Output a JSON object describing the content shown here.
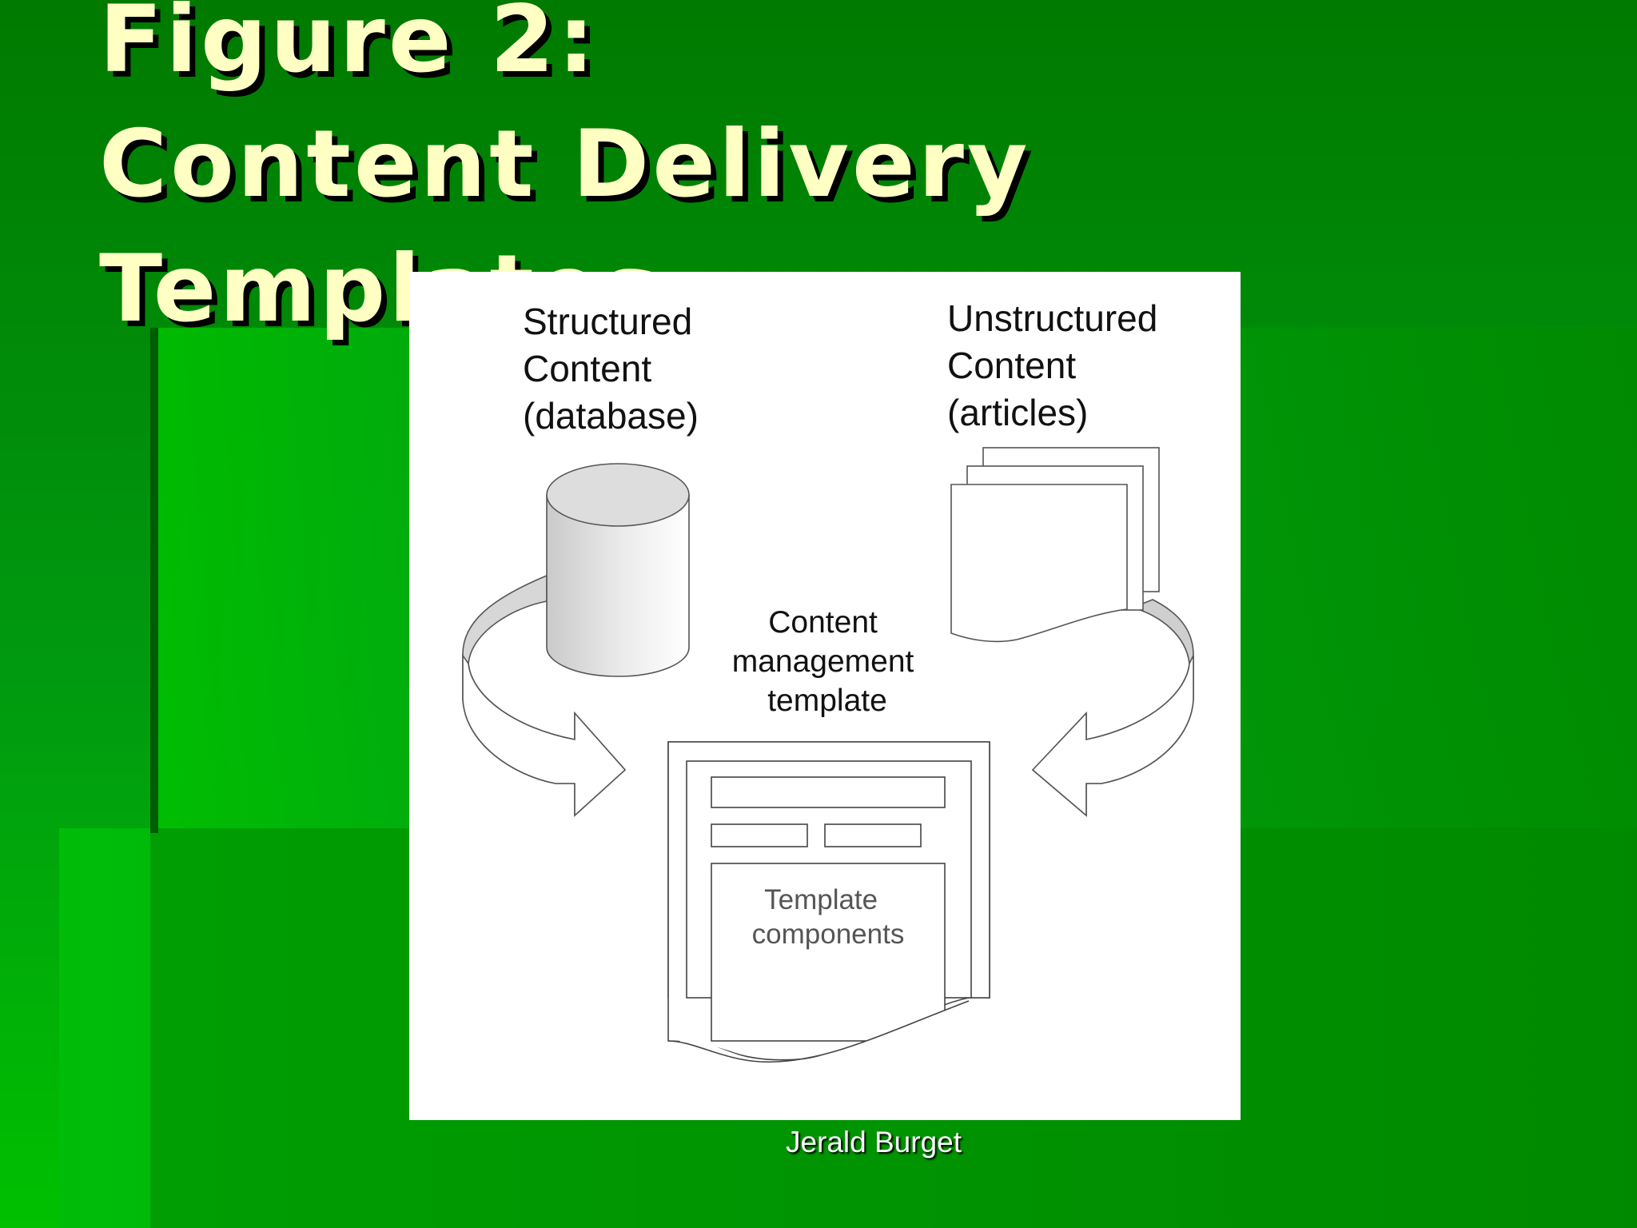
{
  "slide": {
    "title_lines": [
      "Figure 2:",
      "Content Delivery",
      "Templates"
    ],
    "footer": "Jerald Burget"
  },
  "figure": {
    "structured_lines": [
      "Structured",
      "Content",
      "(database)"
    ],
    "unstructured_lines": [
      "Unstructured",
      "Content",
      "(articles)"
    ],
    "template_lines": [
      "Content",
      "management",
      "template"
    ],
    "components_lines": [
      "Template",
      "components"
    ]
  },
  "colors": {
    "background_dark": "#007a00",
    "background_light": "#00c000",
    "title_text": "#ffffc4",
    "title_shadow": "#000000",
    "figure_background": "#ffffff",
    "figure_lines": "#444444"
  }
}
